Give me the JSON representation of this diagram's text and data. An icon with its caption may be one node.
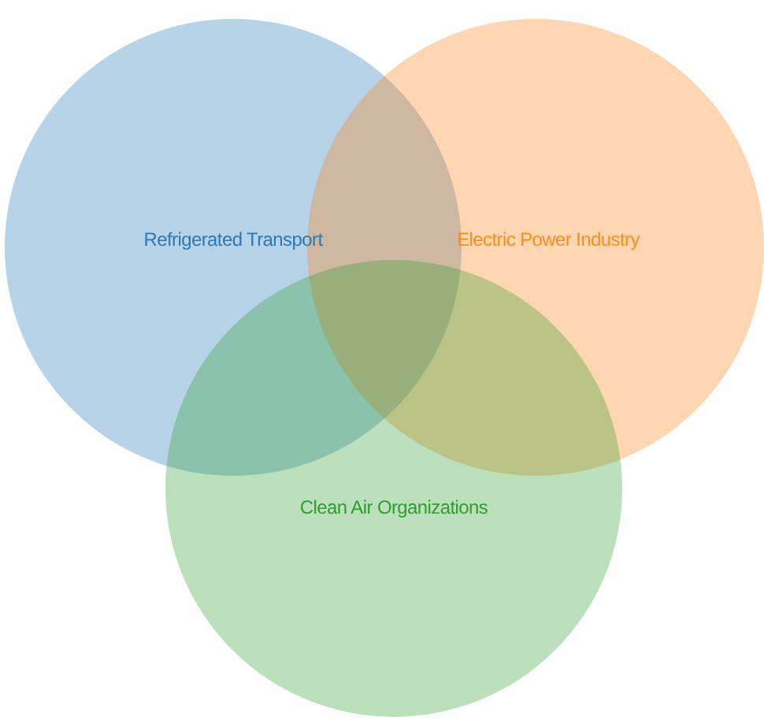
{
  "diagram": {
    "nodes": [
      {
        "text": [
          "Refrigerated Transport"
        ]
      },
      {
        "text": [
          "Electric Power Industry"
        ]
      },
      {
        "text": [
          "Clean Air Organizations"
        ]
      }
    ],
    "edges": []
  }
}
